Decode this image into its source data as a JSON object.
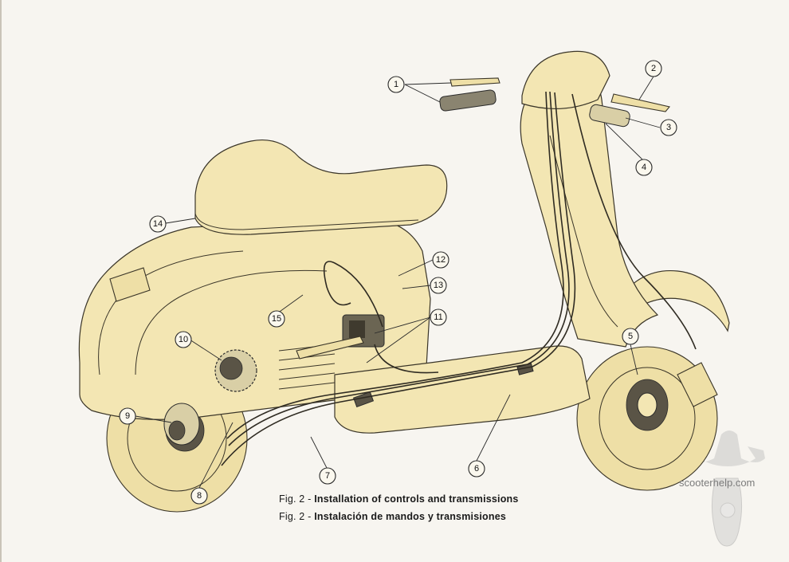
{
  "callouts": [
    "1",
    "2",
    "3",
    "4",
    "5",
    "6",
    "7",
    "8",
    "9",
    "10",
    "11",
    "12",
    "13",
    "14",
    "15"
  ],
  "caption_en": {
    "prefix": "Fig. 2 -",
    "text": "Installation of controls and transmissions"
  },
  "caption_es": {
    "prefix": "Fig. 2 -",
    "text": "Instalación de mandos y transmisiones"
  },
  "watermark": "scooterhelp.com",
  "colors": {
    "body": "#f3e6b3",
    "outline": "#3a3528",
    "background": "#f7f5f0"
  }
}
